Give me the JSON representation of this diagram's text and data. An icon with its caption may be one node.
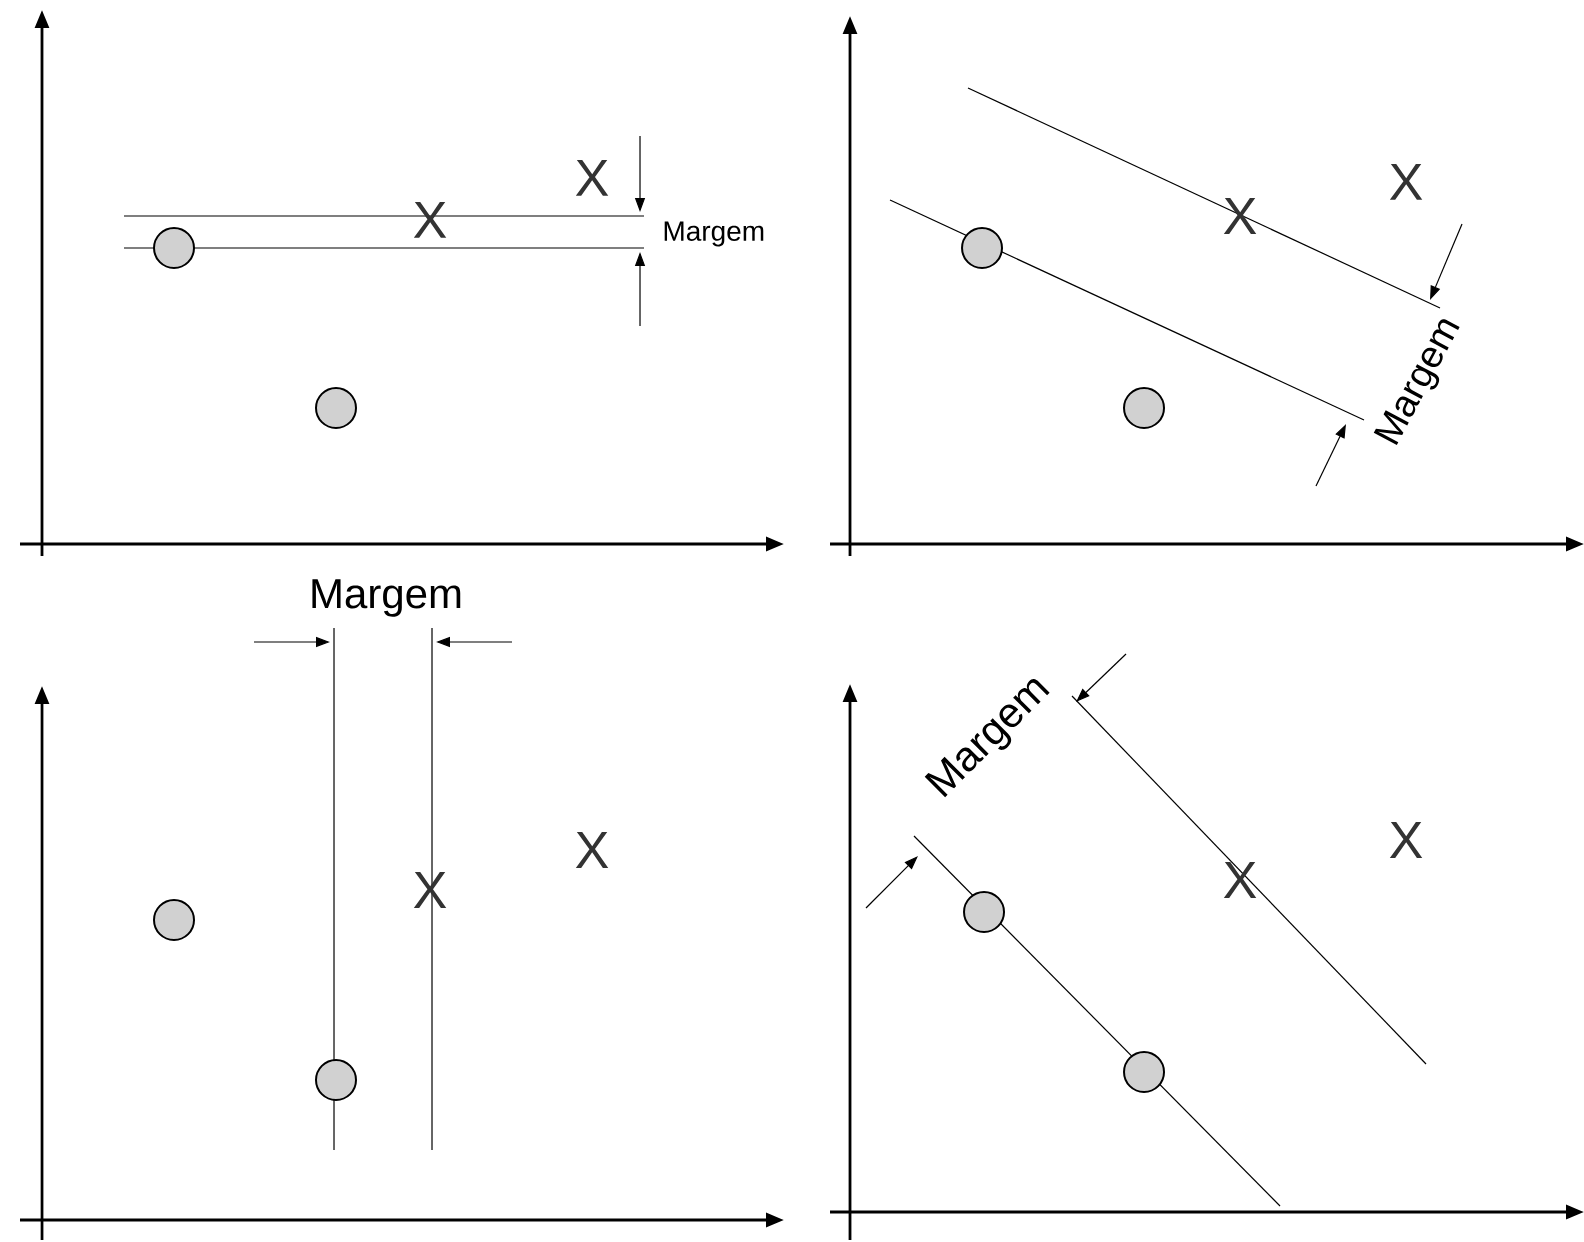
{
  "diagram": {
    "labels": [
      "X",
      "X",
      "Margem",
      "X",
      "X",
      "Margem",
      "Margem",
      "X",
      "X",
      "Margem",
      "X",
      "X"
    ]
  }
}
